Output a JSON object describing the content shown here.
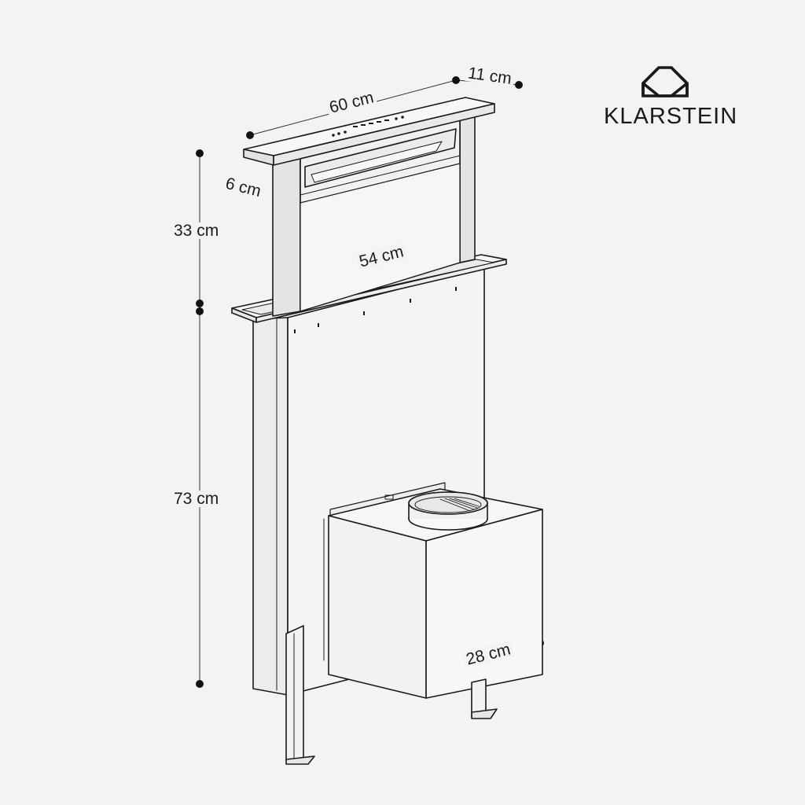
{
  "brand": {
    "name": "KLARSTEIN"
  },
  "dimensions": {
    "width": "60 cm",
    "depth": "11 cm",
    "bar_height": "6 cm",
    "upper_height": "33 cm",
    "lower_height": "73 cm",
    "inner_width": "54 cm",
    "motor_depth": "28 cm"
  },
  "colors": {
    "line": "#1a1a1a",
    "background": "#f3f3f3",
    "panel": "#ececec"
  }
}
